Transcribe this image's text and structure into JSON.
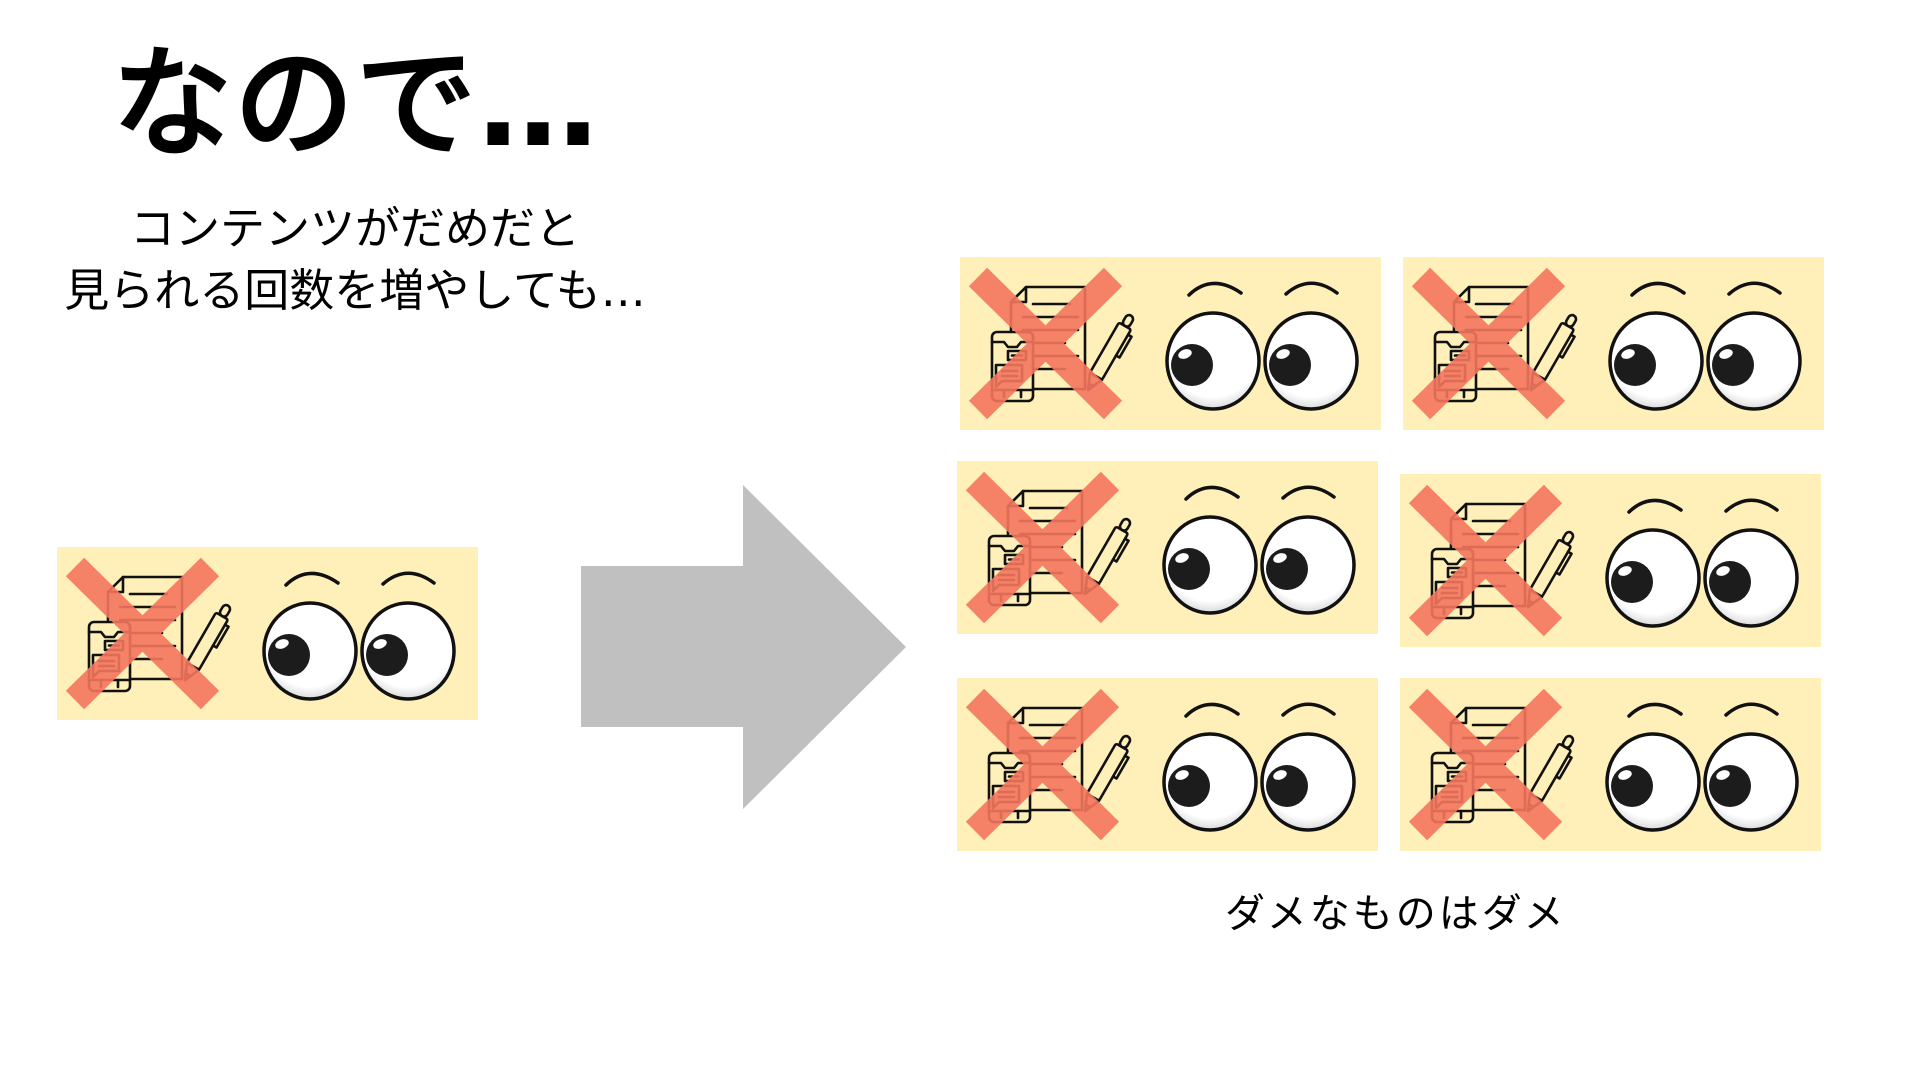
{
  "slide": {
    "title": "なので…",
    "subtitle_lines": [
      "コンテンツがだめだと",
      "見られる回数を増やしても…"
    ],
    "caption": "ダメなものはダメ"
  },
  "colors": {
    "card_background": "#FFEFB8",
    "cross_mark": "#F4765E",
    "arrow": "#C0C0C0",
    "text": "#000000"
  },
  "cards": {
    "before": {
      "count": 1,
      "icons": [
        "bad-content-icon",
        "cross-mark-icon",
        "eyes-icon"
      ]
    },
    "after": {
      "count": 6,
      "layout": "2 columns x 3 rows",
      "icons": [
        "bad-content-icon",
        "cross-mark-icon",
        "eyes-icon"
      ]
    }
  },
  "arrow": {
    "direction": "right",
    "icon": "right-arrow-icon"
  }
}
